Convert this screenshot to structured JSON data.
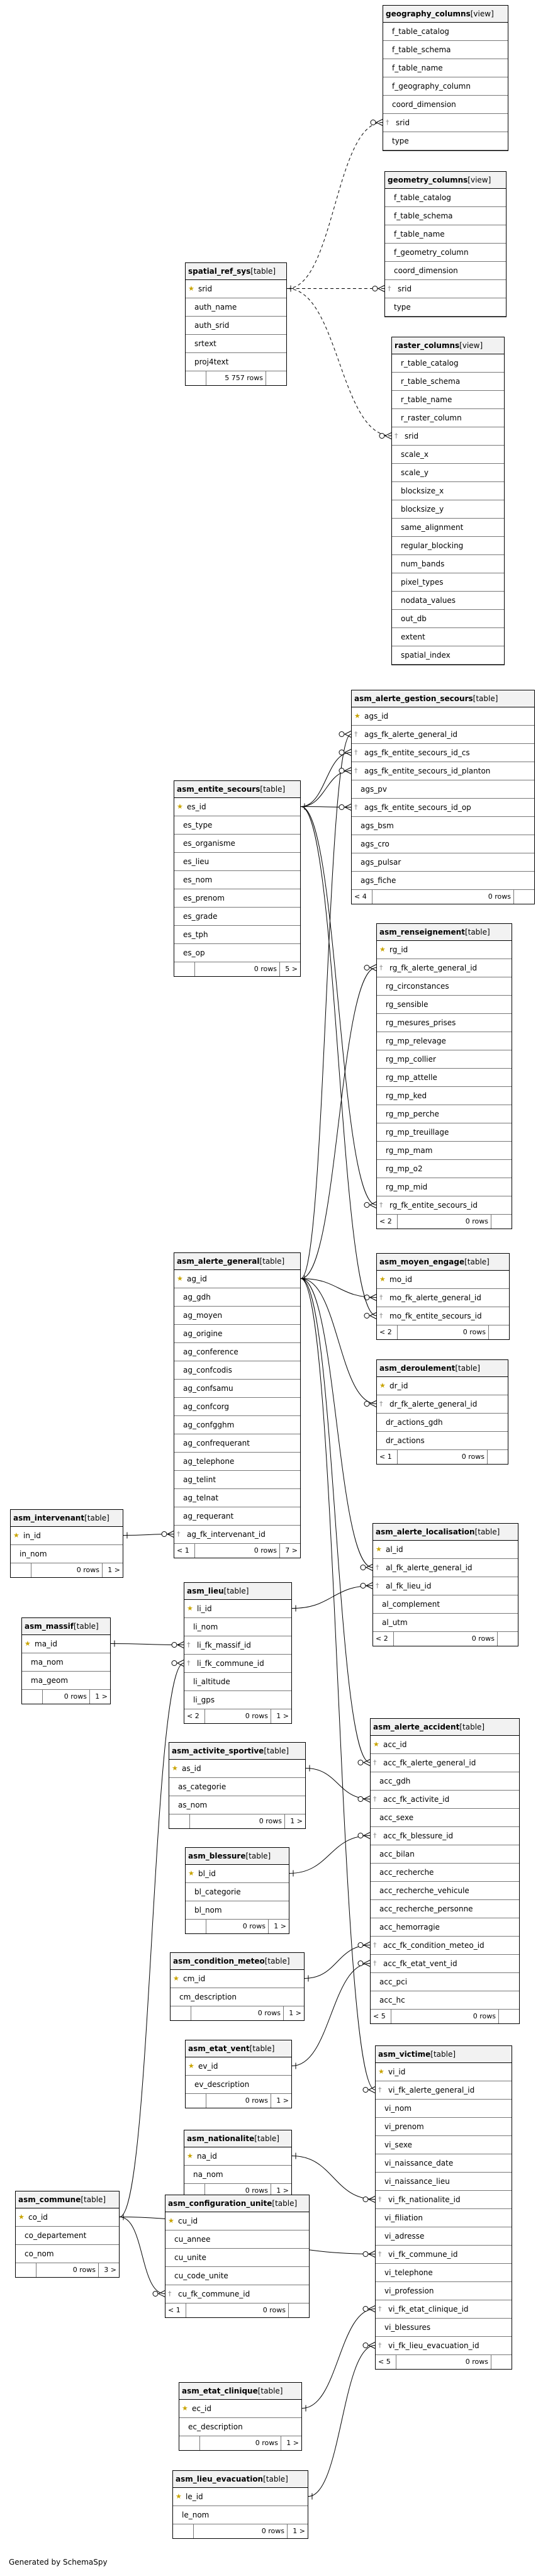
{
  "footer": "Generated by SchemaSpy",
  "tables": [
    {
      "id": "geography_columns",
      "name": "geography_columns",
      "type": "[view]",
      "columns": [
        {
          "n": "f_table_catalog"
        },
        {
          "n": "f_table_schema"
        },
        {
          "n": "f_table_name"
        },
        {
          "n": "f_geography_column"
        },
        {
          "n": "coord_dimension"
        },
        {
          "n": "srid",
          "k": "fk"
        },
        {
          "n": "type"
        }
      ],
      "footer": null
    },
    {
      "id": "geometry_columns",
      "name": "geometry_columns",
      "type": "[view]",
      "columns": [
        {
          "n": "f_table_catalog"
        },
        {
          "n": "f_table_schema"
        },
        {
          "n": "f_table_name"
        },
        {
          "n": "f_geometry_column"
        },
        {
          "n": "coord_dimension"
        },
        {
          "n": "srid",
          "k": "fk"
        },
        {
          "n": "type"
        }
      ],
      "footer": null
    },
    {
      "id": "spatial_ref_sys",
      "name": "spatial_ref_sys",
      "type": "[table]",
      "columns": [
        {
          "n": "srid",
          "k": "pk"
        },
        {
          "n": "auth_name"
        },
        {
          "n": "auth_srid"
        },
        {
          "n": "srtext"
        },
        {
          "n": "proj4text"
        }
      ],
      "footer": {
        "left": "",
        "mid": "5 757 rows",
        "right": ""
      }
    },
    {
      "id": "raster_columns",
      "name": "raster_columns",
      "type": "[view]",
      "columns": [
        {
          "n": "r_table_catalog"
        },
        {
          "n": "r_table_schema"
        },
        {
          "n": "r_table_name"
        },
        {
          "n": "r_raster_column"
        },
        {
          "n": "srid",
          "k": "fk"
        },
        {
          "n": "scale_x"
        },
        {
          "n": "scale_y"
        },
        {
          "n": "blocksize_x"
        },
        {
          "n": "blocksize_y"
        },
        {
          "n": "same_alignment"
        },
        {
          "n": "regular_blocking"
        },
        {
          "n": "num_bands"
        },
        {
          "n": "pixel_types"
        },
        {
          "n": "nodata_values"
        },
        {
          "n": "out_db"
        },
        {
          "n": "extent"
        },
        {
          "n": "spatial_index"
        }
      ],
      "footer": null
    },
    {
      "id": "asm_alerte_gestion_secours",
      "name": "asm_alerte_gestion_secours",
      "type": "[table]",
      "columns": [
        {
          "n": "ags_id",
          "k": "pk"
        },
        {
          "n": "ags_fk_alerte_general_id",
          "k": "fk"
        },
        {
          "n": "ags_fk_entite_secours_id_cs",
          "k": "fk"
        },
        {
          "n": "ags_fk_entite_secours_id_planton",
          "k": "fk"
        },
        {
          "n": "ags_pv"
        },
        {
          "n": "ags_fk_entite_secours_id_op",
          "k": "fk"
        },
        {
          "n": "ags_bsm"
        },
        {
          "n": "ags_cro"
        },
        {
          "n": "ags_pulsar"
        },
        {
          "n": "ags_fiche"
        }
      ],
      "footer": {
        "left": "< 4",
        "mid": "0 rows",
        "right": ""
      }
    },
    {
      "id": "asm_entite_secours",
      "name": "asm_entite_secours",
      "type": "[table]",
      "columns": [
        {
          "n": "es_id",
          "k": "pk"
        },
        {
          "n": "es_type"
        },
        {
          "n": "es_organisme"
        },
        {
          "n": "es_lieu"
        },
        {
          "n": "es_nom"
        },
        {
          "n": "es_prenom"
        },
        {
          "n": "es_grade"
        },
        {
          "n": "es_tph"
        },
        {
          "n": "es_op"
        }
      ],
      "footer": {
        "left": "",
        "mid": "0 rows",
        "right": "5 >"
      }
    },
    {
      "id": "asm_renseignement",
      "name": "asm_renseignement",
      "type": "[table]",
      "columns": [
        {
          "n": "rg_id",
          "k": "pk"
        },
        {
          "n": "rg_fk_alerte_general_id",
          "k": "fk"
        },
        {
          "n": "rg_circonstances"
        },
        {
          "n": "rg_sensible"
        },
        {
          "n": "rg_mesures_prises"
        },
        {
          "n": "rg_mp_relevage"
        },
        {
          "n": "rg_mp_collier"
        },
        {
          "n": "rg_mp_attelle"
        },
        {
          "n": "rg_mp_ked"
        },
        {
          "n": "rg_mp_perche"
        },
        {
          "n": "rg_mp_treuillage"
        },
        {
          "n": "rg_mp_mam"
        },
        {
          "n": "rg_mp_o2"
        },
        {
          "n": "rg_mp_mid"
        },
        {
          "n": "rg_fk_entite_secours_id",
          "k": "fk"
        }
      ],
      "footer": {
        "left": "< 2",
        "mid": "0 rows",
        "right": ""
      }
    },
    {
      "id": "asm_moyen_engage",
      "name": "asm_moyen_engage",
      "type": "[table]",
      "columns": [
        {
          "n": "mo_id",
          "k": "pk"
        },
        {
          "n": "mo_fk_alerte_general_id",
          "k": "fk"
        },
        {
          "n": "mo_fk_entite_secours_id",
          "k": "fk"
        }
      ],
      "footer": {
        "left": "< 2",
        "mid": "0 rows",
        "right": ""
      }
    },
    {
      "id": "asm_alerte_general",
      "name": "asm_alerte_general",
      "type": "[table]",
      "columns": [
        {
          "n": "ag_id",
          "k": "pk"
        },
        {
          "n": "ag_gdh"
        },
        {
          "n": "ag_moyen"
        },
        {
          "n": "ag_origine"
        },
        {
          "n": "ag_conference"
        },
        {
          "n": "ag_confcodis"
        },
        {
          "n": "ag_confsamu"
        },
        {
          "n": "ag_confcorg"
        },
        {
          "n": "ag_confgghm"
        },
        {
          "n": "ag_confrequerant"
        },
        {
          "n": "ag_telephone"
        },
        {
          "n": "ag_telint"
        },
        {
          "n": "ag_telnat"
        },
        {
          "n": "ag_requerant"
        },
        {
          "n": "ag_fk_intervenant_id",
          "k": "fk"
        }
      ],
      "footer": {
        "left": "< 1",
        "mid": "0 rows",
        "right": "7 >"
      }
    },
    {
      "id": "asm_deroulement",
      "name": "asm_deroulement",
      "type": "[table]",
      "columns": [
        {
          "n": "dr_id",
          "k": "pk"
        },
        {
          "n": "dr_fk_alerte_general_id",
          "k": "fk"
        },
        {
          "n": "dr_actions_gdh"
        },
        {
          "n": "dr_actions"
        }
      ],
      "footer": {
        "left": "< 1",
        "mid": "0 rows",
        "right": ""
      }
    },
    {
      "id": "asm_intervenant",
      "name": "asm_intervenant",
      "type": "[table]",
      "columns": [
        {
          "n": "in_id",
          "k": "pk"
        },
        {
          "n": "in_nom"
        }
      ],
      "footer": {
        "left": "",
        "mid": "0 rows",
        "right": "1 >"
      }
    },
    {
      "id": "asm_alerte_localisation",
      "name": "asm_alerte_localisation",
      "type": "[table]",
      "columns": [
        {
          "n": "al_id",
          "k": "pk"
        },
        {
          "n": "al_fk_alerte_general_id",
          "k": "fk"
        },
        {
          "n": "al_fk_lieu_id",
          "k": "fk"
        },
        {
          "n": "al_complement"
        },
        {
          "n": "al_utm"
        }
      ],
      "footer": {
        "left": "< 2",
        "mid": "0 rows",
        "right": ""
      }
    },
    {
      "id": "asm_lieu",
      "name": "asm_lieu",
      "type": "[table]",
      "columns": [
        {
          "n": "li_id",
          "k": "pk"
        },
        {
          "n": "li_nom"
        },
        {
          "n": "li_fk_massif_id",
          "k": "fk"
        },
        {
          "n": "li_fk_commune_id",
          "k": "fk"
        },
        {
          "n": "li_altitude"
        },
        {
          "n": "li_gps"
        }
      ],
      "footer": {
        "left": "< 2",
        "mid": "0 rows",
        "right": "1 >"
      }
    },
    {
      "id": "asm_massif",
      "name": "asm_massif",
      "type": "[table]",
      "columns": [
        {
          "n": "ma_id",
          "k": "pk"
        },
        {
          "n": "ma_nom"
        },
        {
          "n": "ma_geom"
        }
      ],
      "footer": {
        "left": "",
        "mid": "0 rows",
        "right": "1 >"
      }
    },
    {
      "id": "asm_alerte_accident",
      "name": "asm_alerte_accident",
      "type": "[table]",
      "columns": [
        {
          "n": "acc_id",
          "k": "pk"
        },
        {
          "n": "acc_fk_alerte_general_id",
          "k": "fk"
        },
        {
          "n": "acc_gdh"
        },
        {
          "n": "acc_fk_activite_id",
          "k": "fk"
        },
        {
          "n": "acc_sexe"
        },
        {
          "n": "acc_fk_blessure_id",
          "k": "fk"
        },
        {
          "n": "acc_bilan"
        },
        {
          "n": "acc_recherche"
        },
        {
          "n": "acc_recherche_vehicule"
        },
        {
          "n": "acc_recherche_personne"
        },
        {
          "n": "acc_hemorragie"
        },
        {
          "n": "acc_fk_condition_meteo_id",
          "k": "fk"
        },
        {
          "n": "acc_fk_etat_vent_id",
          "k": "fk"
        },
        {
          "n": "acc_pci"
        },
        {
          "n": "acc_hc"
        }
      ],
      "footer": {
        "left": "< 5",
        "mid": "0 rows",
        "right": ""
      }
    },
    {
      "id": "asm_activite_sportive",
      "name": "asm_activite_sportive",
      "type": "[table]",
      "columns": [
        {
          "n": "as_id",
          "k": "pk"
        },
        {
          "n": "as_categorie"
        },
        {
          "n": "as_nom"
        }
      ],
      "footer": {
        "left": "",
        "mid": "0 rows",
        "right": "1 >"
      }
    },
    {
      "id": "asm_blessure",
      "name": "asm_blessure",
      "type": "[table]",
      "columns": [
        {
          "n": "bl_id",
          "k": "pk"
        },
        {
          "n": "bl_categorie"
        },
        {
          "n": "bl_nom"
        }
      ],
      "footer": {
        "left": "",
        "mid": "0 rows",
        "right": "1 >"
      }
    },
    {
      "id": "asm_condition_meteo",
      "name": "asm_condition_meteo",
      "type": "[table]",
      "columns": [
        {
          "n": "cm_id",
          "k": "pk"
        },
        {
          "n": "cm_description"
        }
      ],
      "footer": {
        "left": "",
        "mid": "0 rows",
        "right": "1 >"
      }
    },
    {
      "id": "asm_etat_vent",
      "name": "asm_etat_vent",
      "type": "[table]",
      "columns": [
        {
          "n": "ev_id",
          "k": "pk"
        },
        {
          "n": "ev_description"
        }
      ],
      "footer": {
        "left": "",
        "mid": "0 rows",
        "right": "1 >"
      }
    },
    {
      "id": "asm_victime",
      "name": "asm_victime",
      "type": "[table]",
      "columns": [
        {
          "n": "vi_id",
          "k": "pk"
        },
        {
          "n": "vi_fk_alerte_general_id",
          "k": "fk"
        },
        {
          "n": "vi_nom"
        },
        {
          "n": "vi_prenom"
        },
        {
          "n": "vi_sexe"
        },
        {
          "n": "vi_naissance_date"
        },
        {
          "n": "vi_naissance_lieu"
        },
        {
          "n": "vi_fk_nationalite_id",
          "k": "fk"
        },
        {
          "n": "vi_filiation"
        },
        {
          "n": "vi_adresse"
        },
        {
          "n": "vi_fk_commune_id",
          "k": "fk"
        },
        {
          "n": "vi_telephone"
        },
        {
          "n": "vi_profession"
        },
        {
          "n": "vi_fk_etat_clinique_id",
          "k": "fk"
        },
        {
          "n": "vi_blessures"
        },
        {
          "n": "vi_fk_lieu_evacuation_id",
          "k": "fk"
        }
      ],
      "footer": {
        "left": "< 5",
        "mid": "0 rows",
        "right": ""
      }
    },
    {
      "id": "asm_nationalite",
      "name": "asm_nationalite",
      "type": "[table]",
      "columns": [
        {
          "n": "na_id",
          "k": "pk"
        },
        {
          "n": "na_nom"
        }
      ],
      "footer": {
        "left": "",
        "mid": "0 rows",
        "right": "1 >"
      }
    },
    {
      "id": "asm_commune",
      "name": "asm_commune",
      "type": "[table]",
      "columns": [
        {
          "n": "co_id",
          "k": "pk"
        },
        {
          "n": "co_departement"
        },
        {
          "n": "co_nom"
        }
      ],
      "footer": {
        "left": "",
        "mid": "0 rows",
        "right": "3 >"
      }
    },
    {
      "id": "asm_configuration_unite",
      "name": "asm_configuration_unite",
      "type": "[table]",
      "columns": [
        {
          "n": "cu_id",
          "k": "pk"
        },
        {
          "n": "cu_annee"
        },
        {
          "n": "cu_unite"
        },
        {
          "n": "cu_code_unite"
        },
        {
          "n": "cu_fk_commune_id",
          "k": "fk"
        }
      ],
      "footer": {
        "left": "< 1",
        "mid": "0 rows",
        "right": ""
      }
    },
    {
      "id": "asm_etat_clinique",
      "name": "asm_etat_clinique",
      "type": "[table]",
      "columns": [
        {
          "n": "ec_id",
          "k": "pk"
        },
        {
          "n": "ec_description"
        }
      ],
      "footer": {
        "left": "",
        "mid": "0 rows",
        "right": "1 >"
      }
    },
    {
      "id": "asm_lieu_evacuation",
      "name": "asm_lieu_evacuation",
      "type": "[table]",
      "columns": [
        {
          "n": "le_id",
          "k": "pk"
        },
        {
          "n": "le_nom"
        }
      ],
      "footer": {
        "left": "",
        "mid": "0 rows",
        "right": "1 >"
      }
    }
  ],
  "relationships": [
    {
      "from": "geography_columns",
      "from_col": "srid",
      "to": "spatial_ref_sys",
      "to_col": "srid",
      "dashed": true
    },
    {
      "from": "geometry_columns",
      "from_col": "srid",
      "to": "spatial_ref_sys",
      "to_col": "srid",
      "dashed": true
    },
    {
      "from": "raster_columns",
      "from_col": "srid",
      "to": "spatial_ref_sys",
      "to_col": "srid",
      "dashed": true
    },
    {
      "from": "asm_alerte_gestion_secours",
      "from_col": "ags_fk_alerte_general_id",
      "to": "asm_alerte_general",
      "to_col": "ag_id"
    },
    {
      "from": "asm_alerte_gestion_secours",
      "from_col": "ags_fk_entite_secours_id_cs",
      "to": "asm_entite_secours",
      "to_col": "es_id"
    },
    {
      "from": "asm_alerte_gestion_secours",
      "from_col": "ags_fk_entite_secours_id_planton",
      "to": "asm_entite_secours",
      "to_col": "es_id"
    },
    {
      "from": "asm_alerte_gestion_secours",
      "from_col": "ags_fk_entite_secours_id_op",
      "to": "asm_entite_secours",
      "to_col": "es_id"
    },
    {
      "from": "asm_renseignement",
      "from_col": "rg_fk_alerte_general_id",
      "to": "asm_alerte_general",
      "to_col": "ag_id"
    },
    {
      "from": "asm_renseignement",
      "from_col": "rg_fk_entite_secours_id",
      "to": "asm_entite_secours",
      "to_col": "es_id"
    },
    {
      "from": "asm_moyen_engage",
      "from_col": "mo_fk_alerte_general_id",
      "to": "asm_alerte_general",
      "to_col": "ag_id"
    },
    {
      "from": "asm_moyen_engage",
      "from_col": "mo_fk_entite_secours_id",
      "to": "asm_entite_secours",
      "to_col": "es_id"
    },
    {
      "from": "asm_deroulement",
      "from_col": "dr_fk_alerte_general_id",
      "to": "asm_alerte_general",
      "to_col": "ag_id"
    },
    {
      "from": "asm_alerte_general",
      "from_col": "ag_fk_intervenant_id",
      "to": "asm_intervenant",
      "to_col": "in_id"
    },
    {
      "from": "asm_alerte_localisation",
      "from_col": "al_fk_alerte_general_id",
      "to": "asm_alerte_general",
      "to_col": "ag_id"
    },
    {
      "from": "asm_alerte_localisation",
      "from_col": "al_fk_lieu_id",
      "to": "asm_lieu",
      "to_col": "li_id"
    },
    {
      "from": "asm_lieu",
      "from_col": "li_fk_massif_id",
      "to": "asm_massif",
      "to_col": "ma_id"
    },
    {
      "from": "asm_lieu",
      "from_col": "li_fk_commune_id",
      "to": "asm_commune",
      "to_col": "co_id"
    },
    {
      "from": "asm_alerte_accident",
      "from_col": "acc_fk_alerte_general_id",
      "to": "asm_alerte_general",
      "to_col": "ag_id"
    },
    {
      "from": "asm_alerte_accident",
      "from_col": "acc_fk_activite_id",
      "to": "asm_activite_sportive",
      "to_col": "as_id"
    },
    {
      "from": "asm_alerte_accident",
      "from_col": "acc_fk_blessure_id",
      "to": "asm_blessure",
      "to_col": "bl_id"
    },
    {
      "from": "asm_alerte_accident",
      "from_col": "acc_fk_condition_meteo_id",
      "to": "asm_condition_meteo",
      "to_col": "cm_id"
    },
    {
      "from": "asm_alerte_accident",
      "from_col": "acc_fk_etat_vent_id",
      "to": "asm_etat_vent",
      "to_col": "ev_id"
    },
    {
      "from": "asm_victime",
      "from_col": "vi_fk_alerte_general_id",
      "to": "asm_alerte_general",
      "to_col": "ag_id"
    },
    {
      "from": "asm_victime",
      "from_col": "vi_fk_nationalite_id",
      "to": "asm_nationalite",
      "to_col": "na_id"
    },
    {
      "from": "asm_victime",
      "from_col": "vi_fk_commune_id",
      "to": "asm_commune",
      "to_col": "co_id"
    },
    {
      "from": "asm_victime",
      "from_col": "vi_fk_etat_clinique_id",
      "to": "asm_etat_clinique",
      "to_col": "ec_id"
    },
    {
      "from": "asm_victime",
      "from_col": "vi_fk_lieu_evacuation_id",
      "to": "asm_lieu_evacuation",
      "to_col": "le_id"
    },
    {
      "from": "asm_configuration_unite",
      "from_col": "cu_fk_commune_id",
      "to": "asm_commune",
      "to_col": "co_id"
    }
  ]
}
